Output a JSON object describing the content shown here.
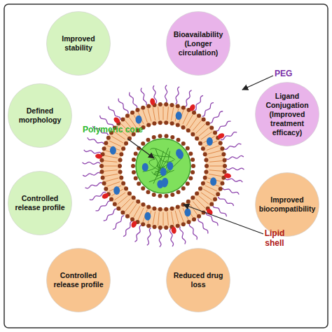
{
  "diagram": {
    "nodes": [
      {
        "text": [
          "Improved stability"
        ]
      },
      {
        "text": [
          "Bioavailability (Longer circulation)"
        ]
      },
      {
        "text": [
          "Defined morphology"
        ]
      },
      {
        "text": [
          "Ligand Conjugation (Improved treatment efficacy)"
        ]
      },
      {
        "text": [
          "Controlled release profile"
        ]
      },
      {
        "text": [
          "Improved biocompatibility"
        ]
      },
      {
        "text": [
          "Controlled release profile"
        ]
      },
      {
        "text": [
          "Reduced drug loss"
        ]
      }
    ],
    "labels": [
      "Polymeric core",
      "PEG",
      "Lipid shell"
    ]
  }
}
